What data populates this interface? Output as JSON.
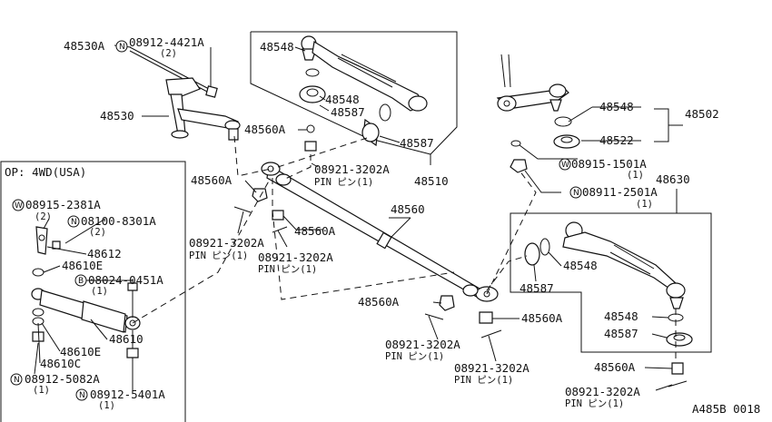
{
  "option_label": "OP: 4WD(USA)",
  "diagram_code": "A485B 0018",
  "labels": {
    "l_48530A": "48530A",
    "l_08912_4421A": "08912-4421A",
    "l_08912_4421A_q": "(2)",
    "l_48530": "48530",
    "l_48560A_a": "48560A",
    "l_48548_a": "48548",
    "l_48548_b": "48548",
    "l_48587_a": "48587",
    "l_48587_b": "48587",
    "l_48510": "48510",
    "l_08921_3202A_a": "08921-3202A",
    "l_pin_a": "PIN ピン(1)",
    "l_48560A_b": "48560A",
    "l_48560A_c": "48560A",
    "l_08921_3202A_b": "08921-3202A",
    "l_pin_b": "PIN ピン(1)",
    "l_08921_3202A_c": "08921-3202A",
    "l_pin_c": "PIN ピン(1)",
    "l_48560": "48560",
    "l_48502": "48502",
    "l_48548_c": "48548",
    "l_48522": "48522",
    "l_08915_1501A": "08915-1501A",
    "l_08915_1501A_q": "(1)",
    "l_08911_2501A": "08911-2501A",
    "l_08911_2501A_q": "(1)",
    "l_48630": "48630",
    "l_48548_d": "48548",
    "l_48587_c": "48587",
    "l_48548_e": "48548",
    "l_48587_d": "48587",
    "l_48560A_d": "48560A",
    "l_48560A_e": "48560A",
    "l_48560A_f": "48560A",
    "l_08921_3202A_d": "08921-3202A",
    "l_pin_d": "PIN ピン(1)",
    "l_08921_3202A_e": "08921-3202A",
    "l_pin_e": "PIN ピン(1)",
    "l_08921_3202A_f": "08921-3202A",
    "l_pin_f": "PIN ピン(1)",
    "l_08915_2381A": "08915-2381A",
    "l_08915_2381A_q": "(2)",
    "l_08100_8301A": "08100-8301A",
    "l_08100_8301A_q": "(2)",
    "l_48612": "48612",
    "l_48610E_a": "48610E",
    "l_08024_0451A": "08024-0451A",
    "l_08024_0451A_q": "(1)",
    "l_48610": "48610",
    "l_48610E_b": "48610E",
    "l_48610C": "48610C",
    "l_08912_5082A": "08912-5082A",
    "l_08912_5082A_q": "(1)",
    "l_08912_5401A": "08912-5401A",
    "l_08912_5401A_q": "(1)"
  },
  "symbols": {
    "N": "N",
    "W": "W",
    "B": "B"
  }
}
